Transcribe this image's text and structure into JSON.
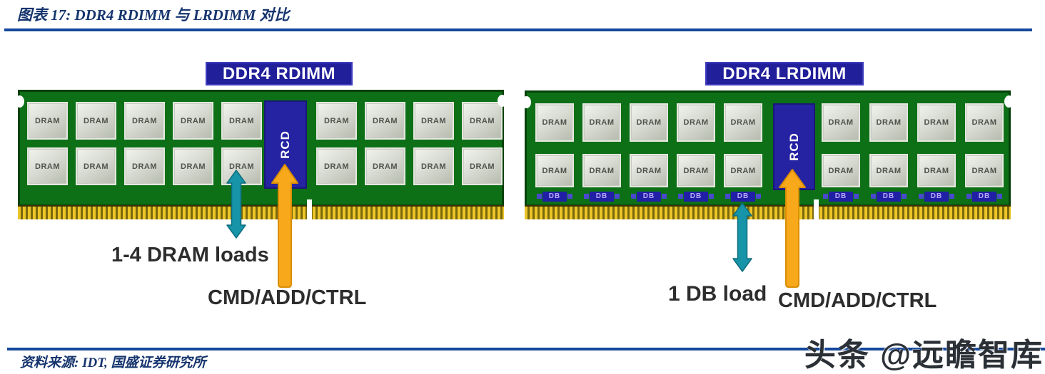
{
  "page": {
    "title": "图表 17:  DDR4 RDIMM 与 LRDIMM 对比",
    "source": "资料来源: IDT, 国盛证券研究所",
    "watermark": "头条 @远瞻智库"
  },
  "modules": [
    {
      "title": "DDR4 RDIMM",
      "chip_label": "DRAM",
      "rcd_label": "RCD",
      "rows": 2,
      "left_cols": 5,
      "right_cols": 4,
      "load_annotation": "1-4 DRAM loads",
      "cmd_annotation": "CMD/ADD/CTRL"
    },
    {
      "title": "DDR4 LRDIMM",
      "chip_label": "DRAM",
      "rcd_label": "RCD",
      "db_label": "DB",
      "rows": 2,
      "left_cols": 5,
      "right_cols": 4,
      "load_annotation": "1 DB load",
      "cmd_annotation": "CMD/ADD/CTRL"
    }
  ],
  "colors": {
    "pcb_green": "#0d7017",
    "pcb_border": "#06420b",
    "chip_gray": "#d9dcd3",
    "navy_blue": "#211f9a",
    "pin_gold": "#ecc527",
    "arrow_teal": "#1794a8",
    "arrow_orange": "#f8a81b",
    "heading_blue": "#16356e",
    "rule_blue": "#14489c"
  }
}
